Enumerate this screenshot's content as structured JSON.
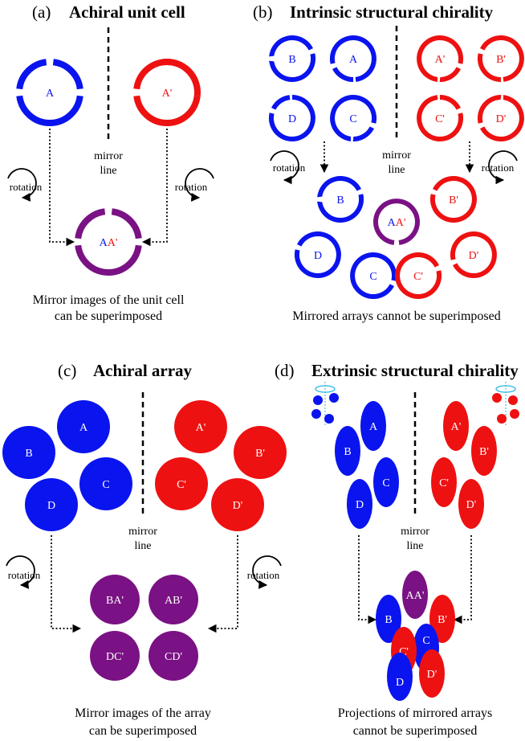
{
  "colors": {
    "blue": "#0a14ee",
    "red": "#ee1111",
    "purple": "#7a1184",
    "black": "#000000",
    "cyan": "#29b6e6",
    "white": "#ffffff"
  },
  "common": {
    "mirror_line_1": "mirror",
    "mirror_line_2": "line",
    "rotation": "rotation"
  },
  "panel_a": {
    "letter": "(a)",
    "title": "Achiral unit cell",
    "ring_labels": {
      "left": "A",
      "right": "A'"
    },
    "merged_label": {
      "blue_part": "A",
      "red_part": "A'"
    },
    "caption": [
      "Mirror images of the unit cell",
      "can be superimposed"
    ]
  },
  "panel_b": {
    "letter": "(b)",
    "title": "Intrinsic structural chirality",
    "left_labels": [
      "B",
      "A",
      "D",
      "C"
    ],
    "right_labels": [
      "A'",
      "B'",
      "C'",
      "D'"
    ],
    "bottom_labels": {
      "B": "B",
      "D": "D",
      "C": "C",
      "B_prime": "B'",
      "D_prime": "D'",
      "C_prime": "C'"
    },
    "merged_label": {
      "blue_part": "A",
      "red_part": "A'"
    },
    "caption": [
      "Mirrored arrays cannot be superimposed"
    ]
  },
  "panel_c": {
    "letter": "(c)",
    "title": "Achiral array",
    "left_labels": [
      "A",
      "B",
      "C",
      "D"
    ],
    "right_labels": [
      "A'",
      "B'",
      "C'",
      "D'"
    ],
    "merged_labels": [
      "BA'",
      "AB'",
      "DC'",
      "CD'"
    ],
    "caption": [
      "Mirror images of the array",
      "can be superimposed"
    ]
  },
  "panel_d": {
    "letter": "(d)",
    "title": "Extrinsic structural chirality",
    "left_labels": [
      "A",
      "B",
      "C",
      "D"
    ],
    "right_labels": [
      "A'",
      "B'",
      "C'",
      "D'"
    ],
    "bottom_labels": {
      "AA": "AA'",
      "B": "B",
      "B_prime": "B'",
      "C_prime": "C'",
      "C": "C",
      "D": "D",
      "D_prime": "D'"
    },
    "caption": [
      "Projections of mirrored arrays",
      "cannot be superimposed"
    ]
  }
}
